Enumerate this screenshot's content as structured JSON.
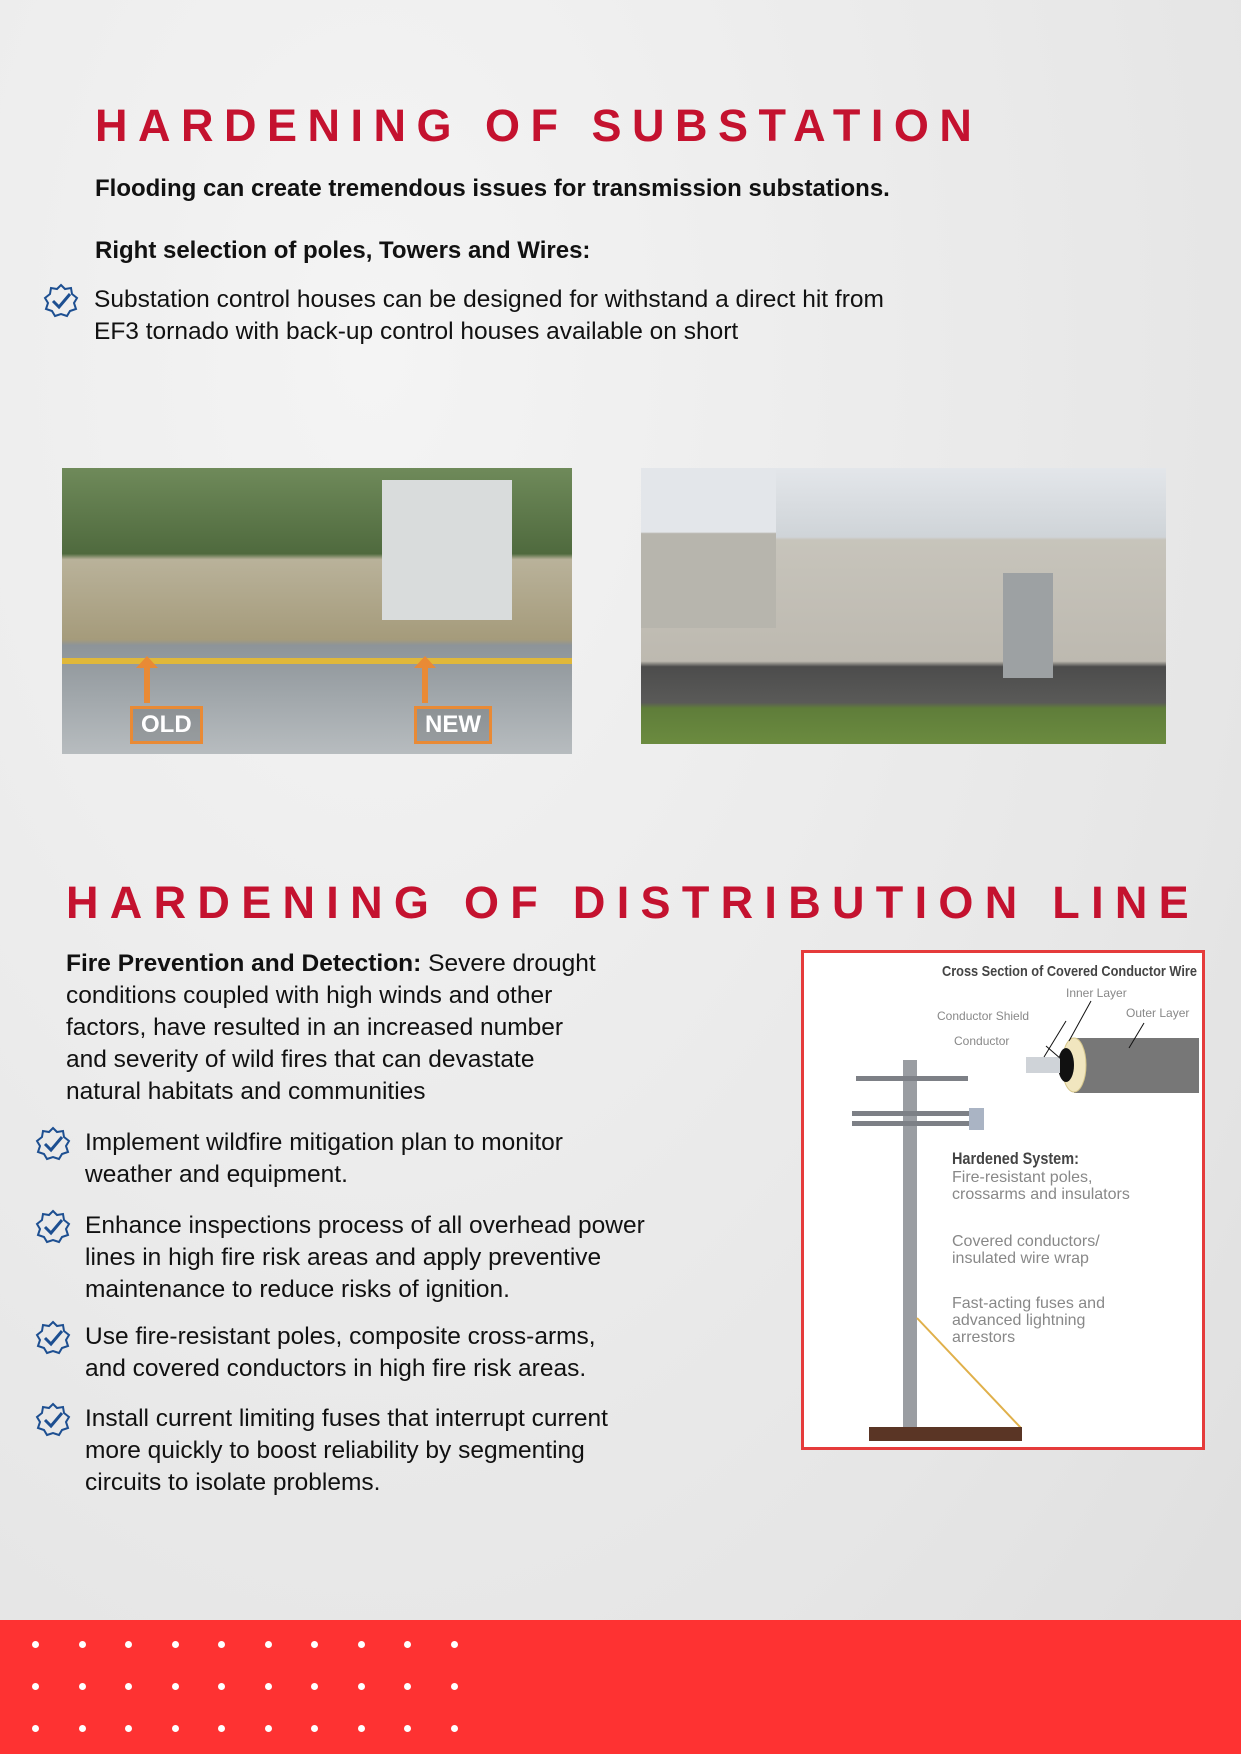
{
  "section1": {
    "title": "HARDENING OF SUBSTATION",
    "subtitle": "Flooding can create tremendous issues for transmission substations.",
    "subheading": "Right selection of poles, Towers and Wires:",
    "bullets": [
      {
        "line1": "Substation control houses can be designed for withstand a direct hit from",
        "line2": "EF3 tornado with back-up control houses available on short"
      }
    ],
    "photo_labels": {
      "old": "OLD",
      "new": "NEW"
    }
  },
  "section2": {
    "title": "HARDENING OF DISTRIBUTION LINE",
    "intro_bold": "Fire Prevention and Detection:",
    "intro_lines": [
      " Severe drought",
      "conditions coupled with high winds and other",
      "factors, have resulted in an increased number",
      "and severity of wild fires that can devastate",
      "natural habitats and communities"
    ],
    "bullets": [
      {
        "lines": [
          "Implement wildfire mitigation plan to monitor",
          "weather and equipment."
        ]
      },
      {
        "lines": [
          "Enhance inspections process of all overhead power",
          "lines in high fire risk areas and apply preventive",
          "maintenance to reduce risks of ignition."
        ]
      },
      {
        "lines": [
          "Use fire-resistant poles, composite cross-arms,",
          "and covered conductors in high fire risk areas."
        ]
      },
      {
        "lines": [
          "Install current limiting fuses that interrupt current",
          "more quickly to boost reliability by segmenting",
          "circuits to isolate problems."
        ]
      }
    ],
    "diagram": {
      "title": "Cross Section of Covered Conductor Wire",
      "labels": {
        "inner": "Inner Layer",
        "shield": "Conductor Shield",
        "outer": "Outer Layer",
        "conductor": "Conductor"
      },
      "system_title": "Hardened System:",
      "system_items": [
        [
          "Fire-resistant poles,",
          "crossarms and insulators"
        ],
        [
          "Covered conductors/",
          "insulated wire wrap"
        ],
        [
          "Fast-acting fuses and",
          "advanced lightning",
          "arrestors"
        ]
      ]
    }
  },
  "colors": {
    "accent": "#c4122f",
    "footer": "#fe3232"
  }
}
